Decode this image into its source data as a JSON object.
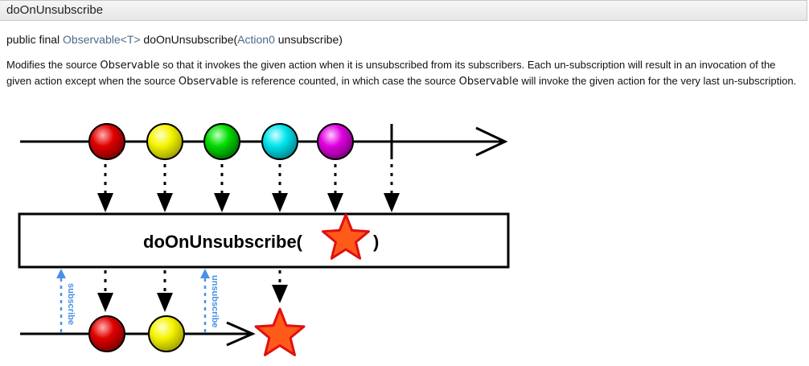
{
  "header": {
    "title": "doOnUnsubscribe"
  },
  "signature": {
    "prefix": "public final ",
    "return_type": "Observable",
    "generic": "<T>",
    "method": " doOnUnsubscribe(",
    "param_type": "Action0",
    "param_rest": " unsubscribe)"
  },
  "description": {
    "t1": "Modifies the source ",
    "c1": "Observable",
    "t2": " so that it invokes the given action when it is unsubscribed from its subscribers. Each un-subscription will result in an invocation of the given action except when the source ",
    "c2": "Observable",
    "t3": " is reference counted, in which case the source ",
    "c3": "Observable",
    "t4": " will invoke the given action for the very last un-subscription."
  },
  "diagram": {
    "operator_label": "doOnUnsubscribe(",
    "operator_close": ")",
    "subscribe_label": "subscribe",
    "unsubscribe_label": "unsubscribe",
    "colors": {
      "red": "#e00000",
      "yellow": "#f0f000",
      "green": "#00dd00",
      "cyan": "#00e0e8",
      "magenta": "#e000e0",
      "star": "#ff5a1a",
      "arrow_blue": "#4a90e8"
    }
  }
}
